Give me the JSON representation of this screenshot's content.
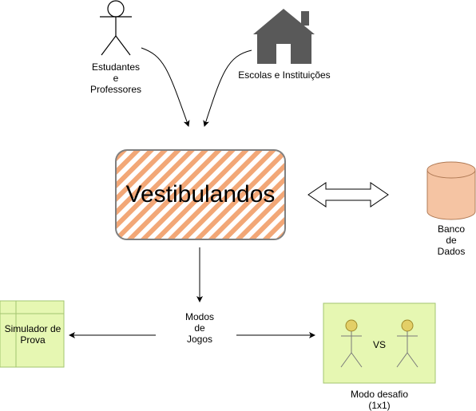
{
  "colors": {
    "hatch": "#f2a777",
    "hatch_border": "#808080",
    "db_fill": "#f5c4a3",
    "db_stroke": "#b07a55",
    "green_fill": "#e6f7b2",
    "green_stroke": "#a3c470",
    "actor_head_fill": "#e3cf67",
    "house_fill": "#595959",
    "line": "#000000"
  },
  "actors": {
    "users_label": "Estudantes\ne\nProfessores",
    "schools_label": "Escolas e Instituições",
    "schools_icon": "house-icon",
    "users_icon": "stick-figure-icon"
  },
  "main": {
    "title": "Vestibulandos"
  },
  "database": {
    "label": "Banco\nde\nDados",
    "icon": "cylinder-icon"
  },
  "modes": {
    "label": "Modos\nde\nJogos"
  },
  "simulator": {
    "label": "Simulador de\nProva"
  },
  "challenge": {
    "vs_label": "VS",
    "caption": "Modo desafio\n(1x1)"
  }
}
